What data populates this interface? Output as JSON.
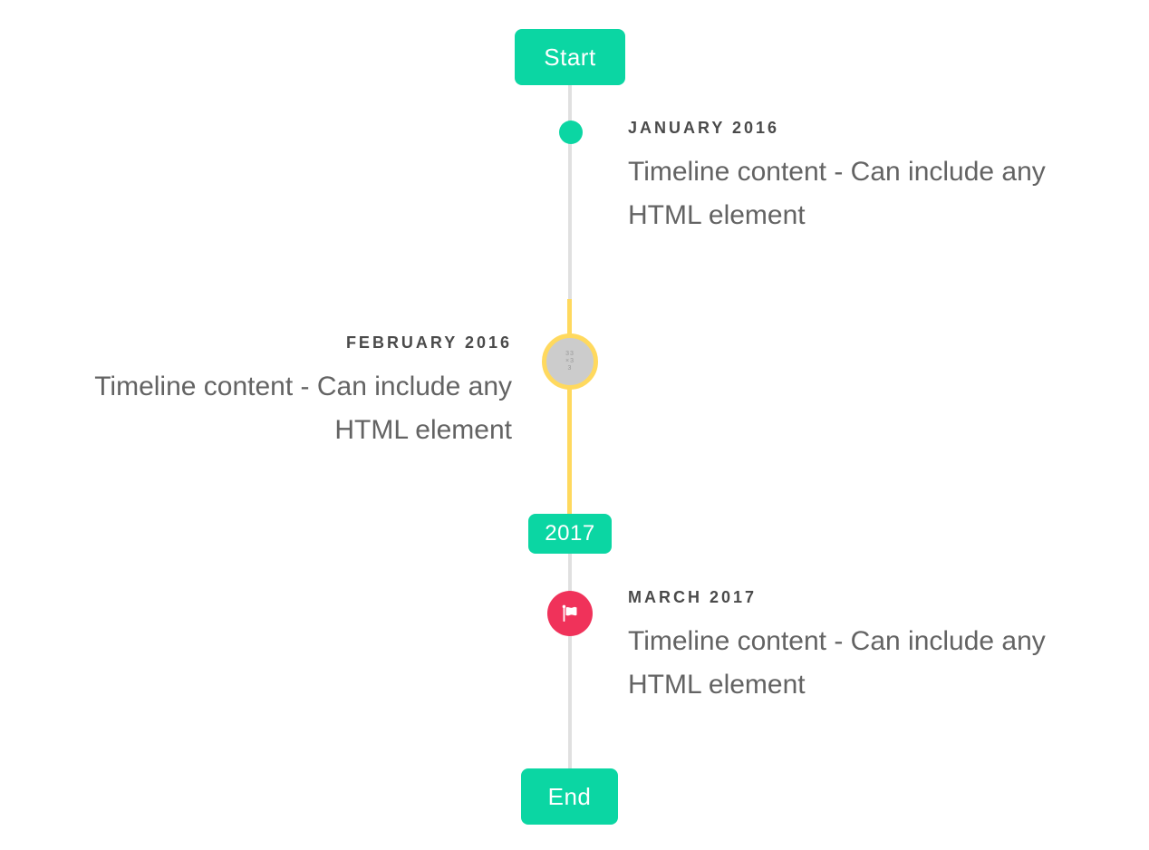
{
  "colors": {
    "accent_teal": "#0bd6a3",
    "line_gray": "#e0e0e0",
    "highlight_yellow": "#ffd95e",
    "marker_gray": "#cccccc",
    "marker_red": "#f0325a",
    "title_text": "#4a4a4a",
    "body_text": "#636363"
  },
  "timeline": {
    "start_label": "Start",
    "year_label": "2017",
    "end_label": "End",
    "items": [
      {
        "title": "JANUARY 2016",
        "content": "Timeline content - Can include any HTML element",
        "side": "right",
        "marker": "teal-dot"
      },
      {
        "title": "FEBRUARY 2016",
        "content": "Timeline content - Can include any HTML element",
        "side": "left",
        "marker": "image-placeholder",
        "marker_placeholder": "33×33"
      },
      {
        "title": "MARCH 2017",
        "content": "Timeline content - Can include any HTML element",
        "side": "right",
        "marker": "flag"
      }
    ]
  }
}
